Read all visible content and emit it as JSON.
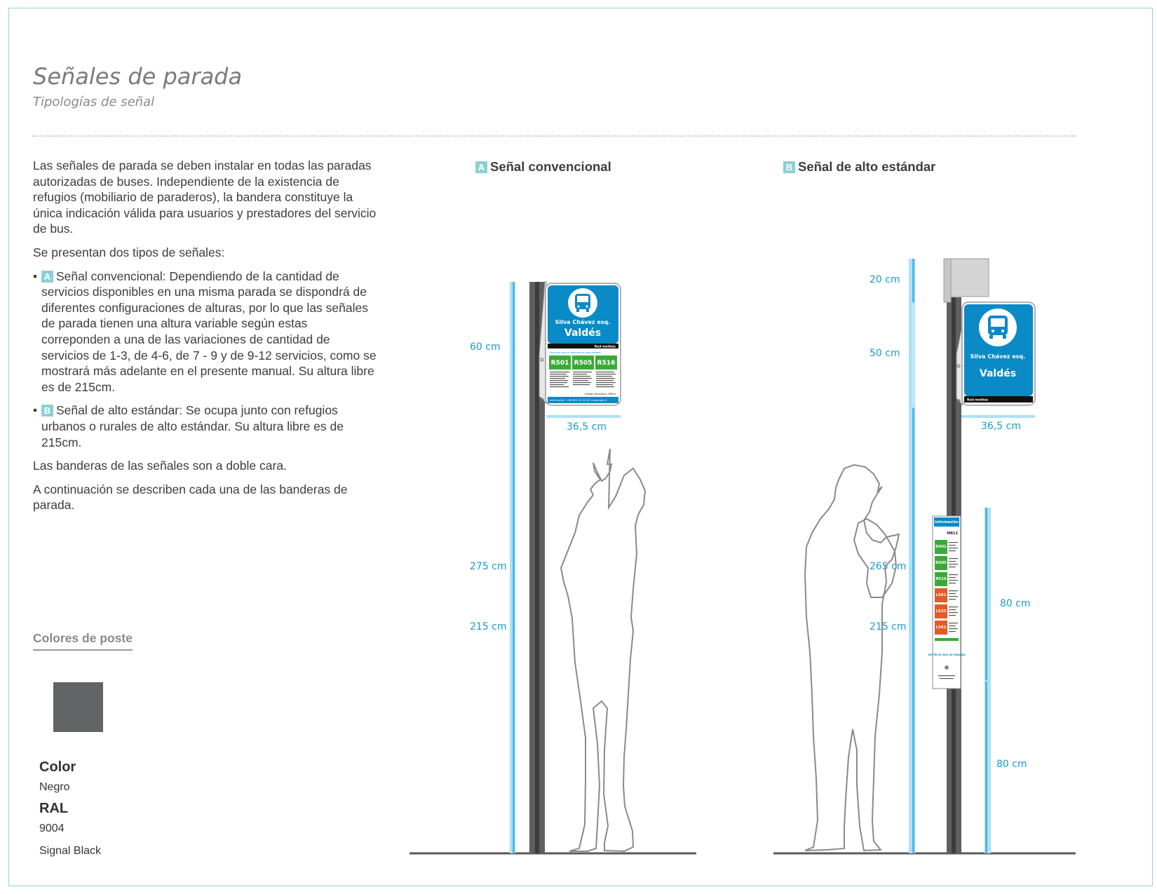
{
  "page": {
    "title": "Señales de parada",
    "subtitle": "Tipologías de señal"
  },
  "intro": {
    "p1": "Las señales de parada se deben instalar en todas las paradas autorizadas de buses. Independiente de la existencia de refugios (mobiliario de paraderos), la bandera constituye la única indicación válida para usuarios y prestadores del servicio de bus.",
    "p2": "Se presentan dos tipos de señales:",
    "bullet_a": "Señal convencional: Dependiendo de la cantidad de servicios disponibles en una misma parada se dispondrá de diferentes configuraciones de alturas, por lo que las señales de parada tienen una altura variable según estas correponden a una de las  variaciones de cantidad de servicios de 1-3, de 4-6, de 7 - 9 y de 9-12 servicios, como se mostrará más adelante en el presente manual. Su altura libre es de 215cm.",
    "bullet_b": "Señal  de alto estándar: Se ocupa junto con refugios urbanos o rurales de alto estándar. Su altura libre es de 215cm.",
    "p3": "Las banderas de las señales son  a doble cara.",
    "p4": "A continuación se describen cada una de las banderas de parada.",
    "bullet_symbol": "•"
  },
  "colors": {
    "heading": "Colores de poste",
    "swatch_hex": "#636466",
    "color_label": "Color",
    "color_value": "Negro",
    "ral_label": "RAL",
    "ral_value": "9004",
    "ral_name": "Signal Black"
  },
  "theme": {
    "accent": "#8dd0d3",
    "dimension_blue": "#1b9ad0",
    "measure_light": "#aee0f5",
    "pole": "#5f5f60",
    "sign_blue": "#0a8ac6",
    "route_green": "#3aaa35",
    "route_orange": "#e35a26"
  },
  "sections": {
    "a": {
      "badge": "A",
      "title": "Señal  convencional",
      "dims": {
        "top": "60 cm",
        "total": "275 cm",
        "clear": "215 cm",
        "width": "36,5 cm"
      }
    },
    "b": {
      "badge": "B",
      "title": "Señal de alto estándar",
      "dims": {
        "top": "20 cm",
        "flag": "50 cm",
        "total": "265 cm",
        "clear": "215 cm",
        "width": "36,5 cm",
        "panel": "80 cm",
        "base": "80 cm"
      }
    }
  },
  "sign": {
    "street": "Silva Chávez esq.",
    "stop_name": "Valdés",
    "operator": "Red metbús",
    "routes_header": "Servicios que se detienen en esta parada",
    "routes": [
      "R501",
      "R505",
      "R516"
    ],
    "info_line": "Información: +56 800 XX XX XX | www.gob.cl",
    "stop_code": "Código Paradero: MB03"
  },
  "panel": {
    "header": "Información",
    "code": "MB12",
    "routes": [
      "R501",
      "R505",
      "R516",
      "L501",
      "L533",
      "L561"
    ],
    "footer": "DETÉN EL BUS SE PARADA"
  }
}
